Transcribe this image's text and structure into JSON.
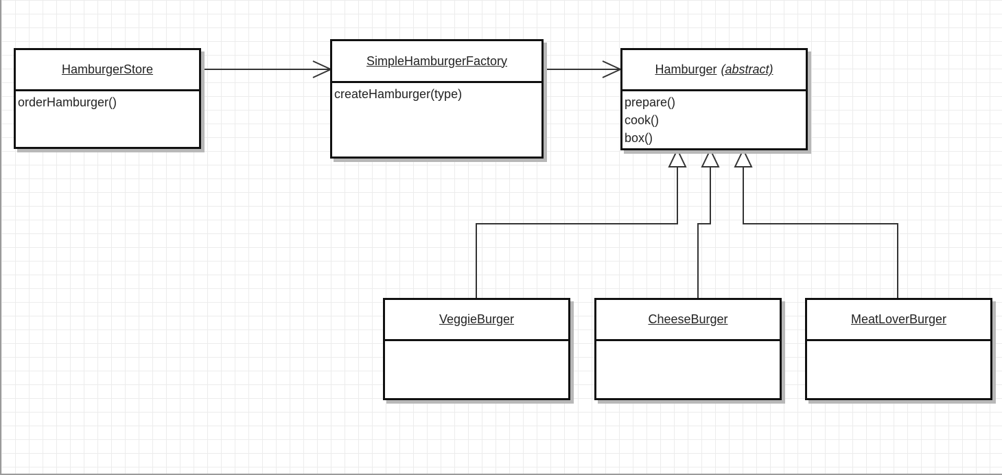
{
  "classes": {
    "hamburger_store": {
      "name": "HamburgerStore",
      "methods": [
        "orderHamburger()"
      ]
    },
    "factory": {
      "name": "SimpleHamburgerFactory",
      "methods": [
        "createHamburger(type)"
      ]
    },
    "hamburger": {
      "name": "Hamburger",
      "qualifier": "(abstract)",
      "methods": [
        "prepare()",
        "cook()",
        "box()"
      ]
    },
    "veggie": {
      "name": "VeggieBurger",
      "methods": []
    },
    "cheese": {
      "name": "CheeseBurger",
      "methods": []
    },
    "meatlover": {
      "name": "MeatLoverBurger",
      "methods": []
    }
  }
}
